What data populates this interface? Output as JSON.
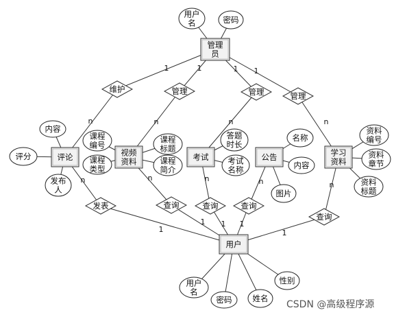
{
  "entities": {
    "admin": [
      "管理",
      "员"
    ],
    "review": [
      "评论"
    ],
    "video": [
      "视频",
      "资料"
    ],
    "exam": [
      "考试"
    ],
    "notice": [
      "公告"
    ],
    "study": [
      "学习",
      "资料"
    ],
    "user": [
      "用户"
    ]
  },
  "attributes": {
    "admin_username": [
      "用户",
      "名"
    ],
    "admin_password": [
      "密码"
    ],
    "review_content": [
      "内容"
    ],
    "review_score": [
      "评分"
    ],
    "review_publisher": [
      "发布",
      "人"
    ],
    "video_course_no": [
      "课程",
      "编号"
    ],
    "video_course_type": [
      "课程",
      "类型"
    ],
    "video_course_title": [
      "课程",
      "标题"
    ],
    "video_course_intro": [
      "课程",
      "简介"
    ],
    "exam_duration": [
      "答题",
      "时长"
    ],
    "exam_name": [
      "考试",
      "名称"
    ],
    "notice_name": [
      "名称"
    ],
    "notice_content": [
      "内容"
    ],
    "notice_image": [
      "图片"
    ],
    "study_no": [
      "资料",
      "编号"
    ],
    "study_chapter": [
      "资料",
      "章节"
    ],
    "study_title": [
      "资料",
      "标题"
    ],
    "user_username": [
      "用户",
      "名"
    ],
    "user_password": [
      "密码"
    ],
    "user_name": [
      "姓名"
    ],
    "user_gender": [
      "性别"
    ]
  },
  "relationships": {
    "maintain": "维护",
    "manage_video": "管理",
    "manage_exam": "管理",
    "manage_study": "管理",
    "publish": "发表",
    "query_video": "查询",
    "query_exam": "查询",
    "query_notice": "查询",
    "query_study": "查询"
  },
  "cardinalities": {
    "one": "1",
    "many": "n"
  },
  "watermark": "CSDN @高级程序源"
}
